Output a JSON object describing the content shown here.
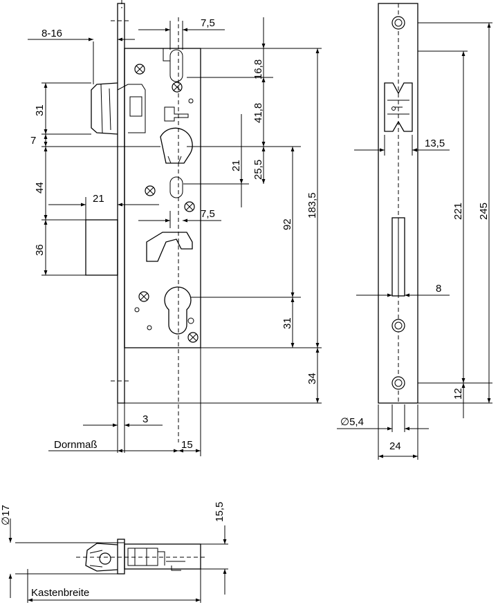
{
  "dims": {
    "backset_range": "8-16",
    "d_7_5_top": "7,5",
    "d_16_8": "16,8",
    "d_41_8": "41,8",
    "d_31_left": "31",
    "d_7_left": "7",
    "d_21_mid": "21",
    "d_25_5": "25,5",
    "d_44": "44",
    "d_21_left": "21",
    "d_7_5_mid": "7,5",
    "d_92": "92",
    "d_183_5": "183,5",
    "d_36": "36",
    "d_31_bottom": "31",
    "d_34": "34",
    "d_3": "3",
    "d_15": "15",
    "label_dornmass": "Dornmaß",
    "d_13_5": "13,5",
    "d_221": "221",
    "d_245": "245",
    "d_8": "8",
    "d_12": "12",
    "d_dia_5_4": "∅5,4",
    "d_24": "24",
    "d_dia_17": "∅17",
    "d_15_5": "15,5",
    "label_kastenbreite": "Kastenbreite"
  },
  "colors": {
    "ink": "#000000",
    "paper": "#ffffff"
  }
}
